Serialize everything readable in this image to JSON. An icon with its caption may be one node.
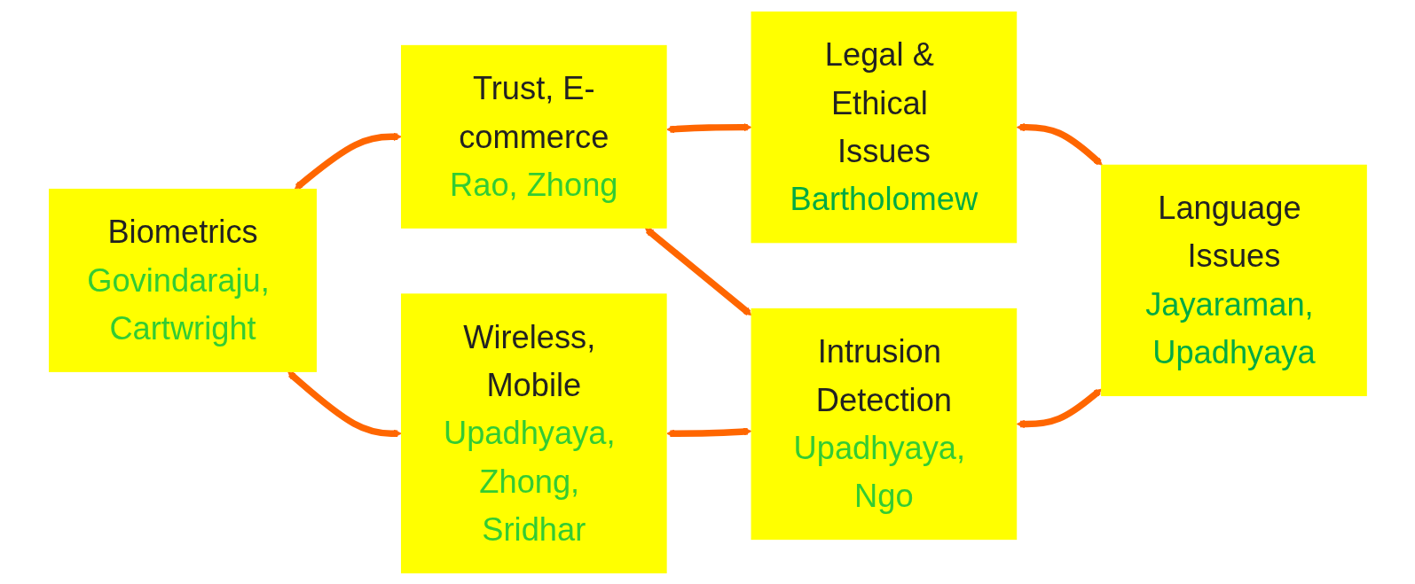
{
  "diagram": {
    "nodes": [
      {
        "text": [
          "Biometrics",
          "Govindaraju, Cartwright"
        ]
      },
      {
        "text": [
          "Trust, E-commerce",
          "Rao, Zhong"
        ]
      },
      {
        "text": [
          "Legal & Ethical Issues",
          "Bartholomew"
        ]
      },
      {
        "text": [
          "Wireless, Mobile",
          "Upadhyaya, Zhong, Sridhar"
        ]
      },
      {
        "text": [
          "Intrusion Detection",
          "Upadhyaya, Ngo"
        ]
      },
      {
        "text": [
          "Language Issues",
          "Jayaraman, Upadhyaya"
        ]
      }
    ],
    "edges": [
      {
        "from": 0,
        "to": 1,
        "arrow": "both"
      },
      {
        "from": 1,
        "to": 2,
        "arrow": "both"
      },
      {
        "from": 0,
        "to": 3,
        "arrow": "both"
      },
      {
        "from": 1,
        "to": 4,
        "arrow": "both"
      },
      {
        "from": 2,
        "to": 5,
        "arrow": "both"
      },
      {
        "from": 3,
        "to": 4,
        "arrow": "both"
      },
      {
        "from": 4,
        "to": 5,
        "arrow": "both"
      }
    ]
  }
}
